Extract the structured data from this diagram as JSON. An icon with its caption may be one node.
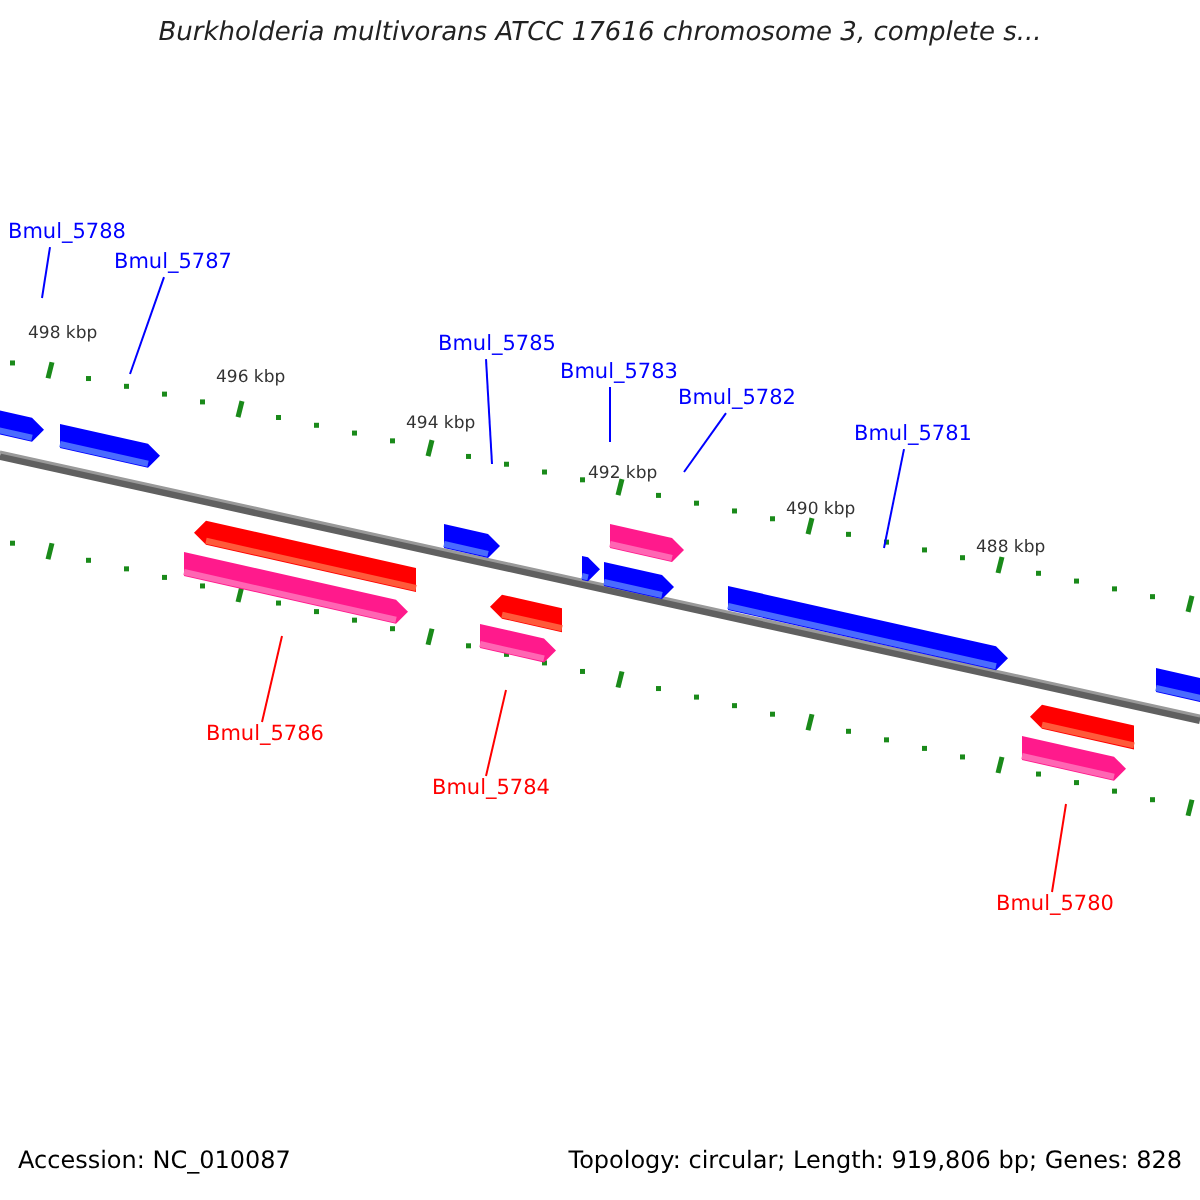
{
  "diagram": {
    "title": "Burkholderia multivorans ATCC 17616 chromosome 3, complete s...",
    "nodes": [
      {
        "text": [
          "Bmul_5788"
        ]
      },
      {
        "text": [
          "Bmul_5787"
        ]
      },
      {
        "text": [
          "Bmul_5785"
        ]
      },
      {
        "text": [
          "Bmul_5783"
        ]
      },
      {
        "text": [
          "Bmul_5782"
        ]
      },
      {
        "text": [
          "Bmul_5781"
        ]
      },
      {
        "text": [
          "Bmul_5786"
        ]
      },
      {
        "text": [
          "Bmul_5784"
        ]
      },
      {
        "text": [
          "Bmul_5780"
        ]
      }
    ],
    "edges": [
      {
        "from": 0,
        "to": null,
        "arrow": "none"
      },
      {
        "from": 1,
        "to": null,
        "arrow": "none"
      },
      {
        "from": 2,
        "to": null,
        "arrow": "none"
      },
      {
        "from": 3,
        "to": null,
        "arrow": "none"
      },
      {
        "from": 4,
        "to": null,
        "arrow": "none"
      },
      {
        "from": 5,
        "to": null,
        "arrow": "none"
      },
      {
        "from": 6,
        "to": null,
        "arrow": "none",
        "color": "#ff0000"
      },
      {
        "from": 7,
        "to": null,
        "arrow": "none",
        "color": "#ff0000"
      },
      {
        "from": 8,
        "to": null,
        "arrow": "none",
        "color": "#ff0000"
      }
    ],
    "labels": [
      "498 kbp",
      "496 kbp",
      "494 kbp",
      "492 kbp",
      "490 kbp",
      "488 kbp",
      "Accession: NC_010087",
      "Topology: circular; Length: 919,806 bp; Genes: 828"
    ]
  }
}
